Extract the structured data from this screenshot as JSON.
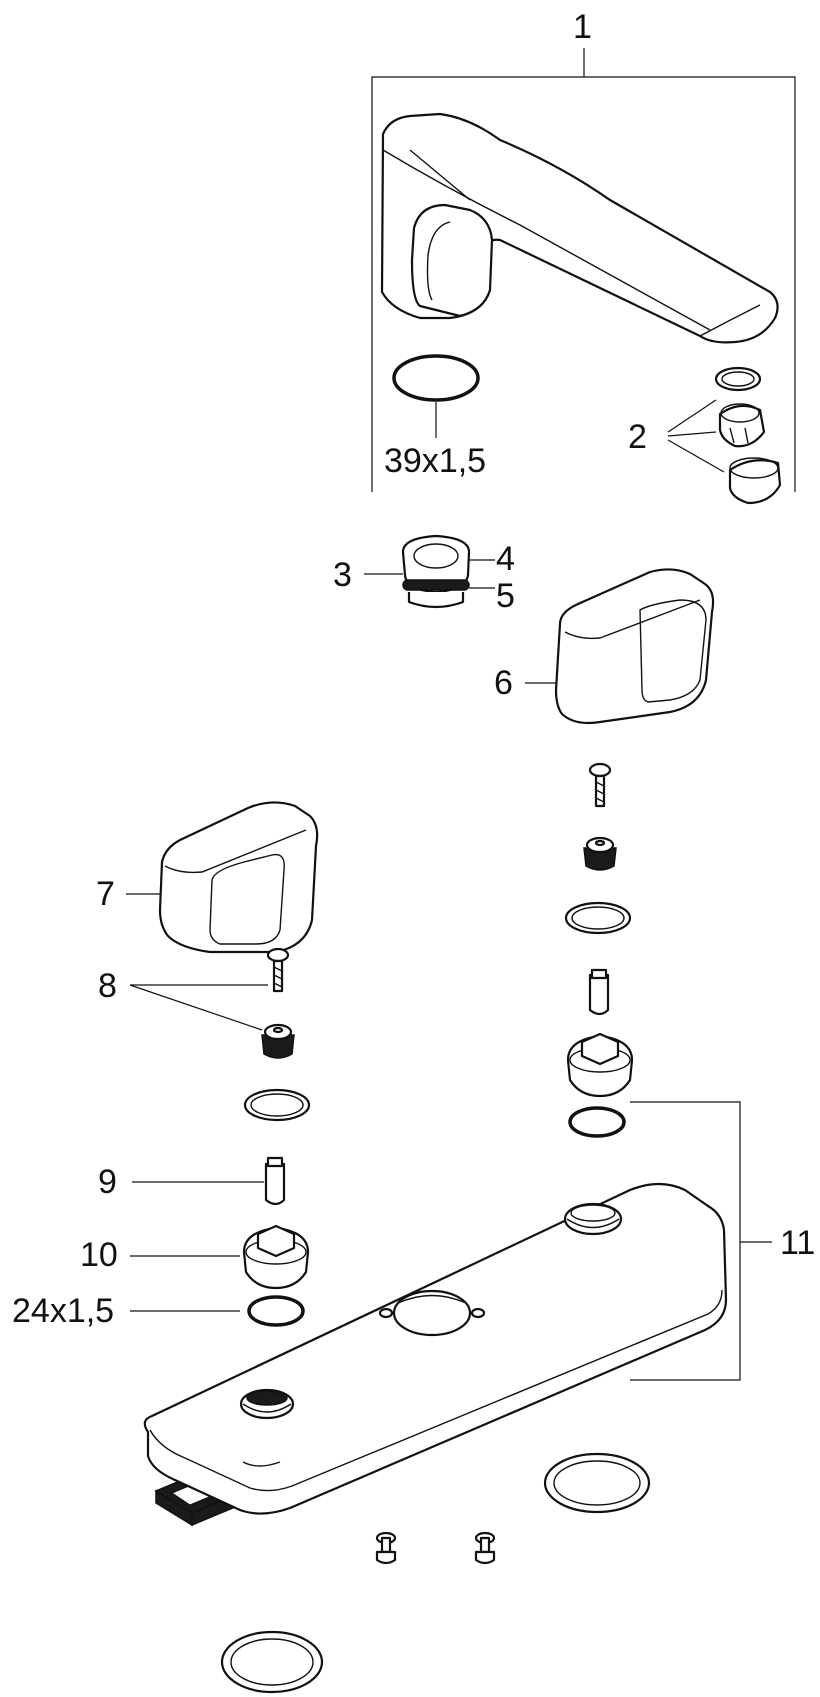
{
  "diagram": {
    "callouts": {
      "c1": "1",
      "c2": "2",
      "c3": "3",
      "c4": "4",
      "c5": "5",
      "c6": "6",
      "c7": "7",
      "c8": "8",
      "c9": "9",
      "c10": "10",
      "c11": "11"
    },
    "dimensions": {
      "oring_spout": "39x1,5",
      "oring_valve": "24x1,5"
    }
  },
  "colors": {
    "line": "#111111",
    "background": "#ffffff"
  }
}
